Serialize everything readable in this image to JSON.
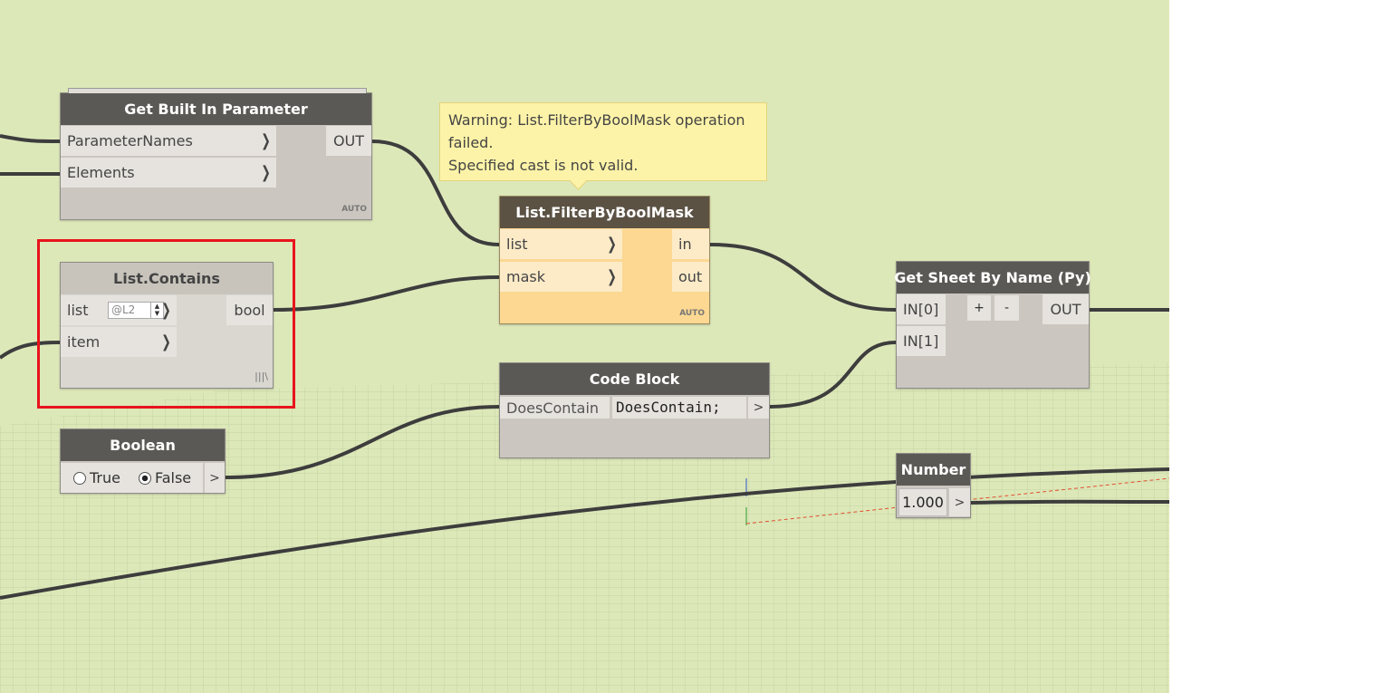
{
  "nodes": {
    "get_built_in_parameter": {
      "title": "Get Built In Parameter",
      "inputs": [
        "ParameterNames",
        "Elements"
      ],
      "output": "OUT",
      "lacing": "AUTO"
    },
    "list_contains": {
      "title": "List.Contains",
      "inputs": [
        "list",
        "item"
      ],
      "list_level": "@L2",
      "output": "bool",
      "lacing": "|||\\"
    },
    "boolean": {
      "title": "Boolean",
      "true_label": "True",
      "false_label": "False",
      "selected": "False",
      "output": ">"
    },
    "filter_by_bool_mask": {
      "title": "List.FilterByBoolMask",
      "inputs": [
        "list",
        "mask"
      ],
      "outputs": [
        "in",
        "out"
      ],
      "lacing": "AUTO"
    },
    "code_block": {
      "title": "Code Block",
      "input": "DoesContain",
      "code": "DoesContain;",
      "output": ">"
    },
    "get_sheet_by_name": {
      "title": "Get Sheet By Name (Py)",
      "inputs": [
        "IN[0]",
        "IN[1]"
      ],
      "add": "+",
      "remove": "-",
      "output": "OUT"
    },
    "number": {
      "title": "Number",
      "value": "1.000",
      "output": ">"
    }
  },
  "warning": {
    "line1": "Warning: List.FilterByBoolMask operation failed.",
    "line2": "Specified cast is not valid."
  },
  "colors": {
    "canvas": "#dde8b9",
    "wire": "#3d3d3d",
    "highlight": "#e8141c",
    "warning_bg": "#fdf3a8"
  }
}
